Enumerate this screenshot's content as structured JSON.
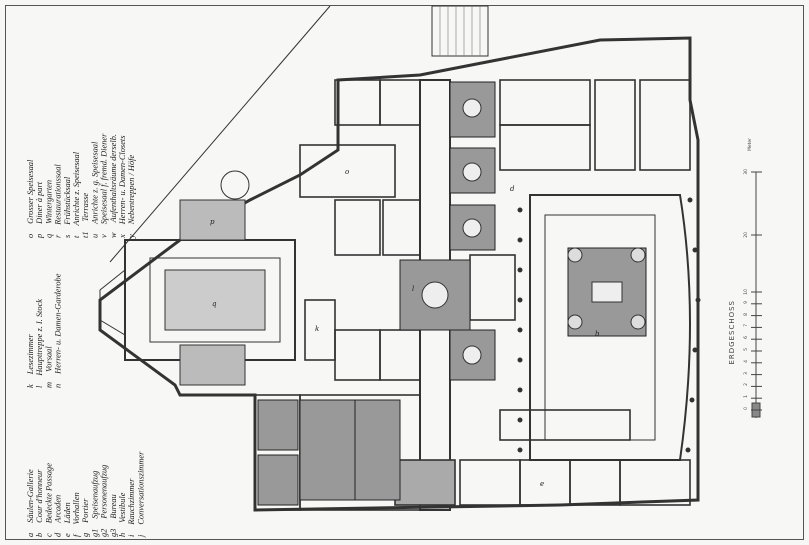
{
  "legend": {
    "col1": [
      {
        "k": "a",
        "v": "Säulen-Gallerie"
      },
      {
        "k": "b",
        "v": "Cour d'honneur"
      },
      {
        "k": "c",
        "v": "Bedeckte Passage"
      },
      {
        "k": "d",
        "v": "Arcaden"
      },
      {
        "k": "e",
        "v": "Läden"
      },
      {
        "k": "f",
        "v": "Vorhallen"
      },
      {
        "k": "g",
        "v": "Portier"
      },
      {
        "k": "g1",
        "v": "Speisenaufzug"
      },
      {
        "k": "g2",
        "v": "Personenaufzug"
      },
      {
        "k": "g3",
        "v": "Bureau"
      },
      {
        "k": "h",
        "v": "Vestibule"
      },
      {
        "k": "i",
        "v": "Rauchzimmer"
      },
      {
        "k": "j",
        "v": "Conversationszimmer"
      }
    ],
    "col2": [
      {
        "k": "k",
        "v": "Lesezimmer"
      },
      {
        "k": "l",
        "v": "Haupttreppe z. I. Stock"
      },
      {
        "k": "m",
        "v": "Vorsaal"
      },
      {
        "k": "n",
        "v": "Herren- u. Damen-Garderobe"
      }
    ],
    "col3": [
      {
        "k": "o",
        "v": "Grosser Speisesaal"
      },
      {
        "k": "p",
        "v": "Diner à part"
      },
      {
        "k": "q",
        "v": "Wintergarten"
      },
      {
        "k": "r",
        "v": "Restaurationssaal"
      },
      {
        "k": "s",
        "v": "Frühstücksaal"
      },
      {
        "k": "t",
        "v": "Anrichte z. Speisesaal"
      },
      {
        "k": "t1",
        "v": "Terrasse"
      },
      {
        "k": "u",
        "v": "Anrichte z. g. Speisesaal"
      },
      {
        "k": "v",
        "v": "Speisesaal f. fremd. Diener"
      },
      {
        "k": "w",
        "v": "Aufenthaltsräume derselb."
      },
      {
        "k": "x",
        "v": "Herren- u. Damen-Closets"
      },
      {
        "k": "y",
        "v": "Nebentreppen / Höfe"
      }
    ]
  },
  "scale": {
    "title": "ERDGESCHOSS",
    "unit": "Meter",
    "ticks": [
      "0",
      "1",
      "2",
      "3",
      "4",
      "5",
      "6",
      "7",
      "8",
      "9",
      "10",
      "20",
      "30"
    ]
  },
  "plan_labels": {
    "court": "b",
    "garden": "q",
    "dining": "o",
    "stair": "l",
    "reading": "k",
    "arcade": "d",
    "shop": "e",
    "pavilion": "p"
  }
}
